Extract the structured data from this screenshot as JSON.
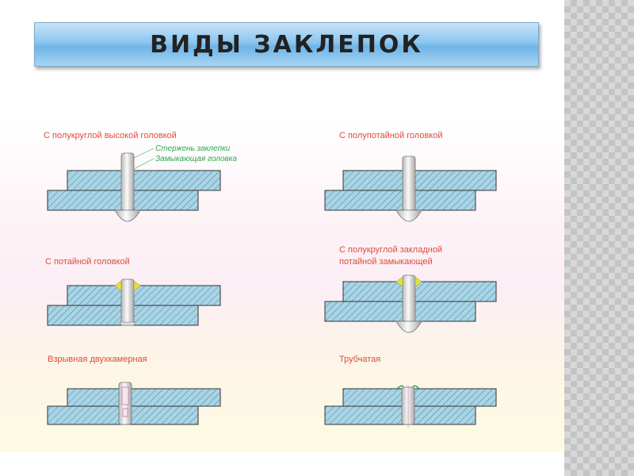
{
  "title": "ВИДЫ ЗАКЛЕПОК",
  "colors": {
    "plate": "#a8d4e6",
    "hatch": "#4b7f99",
    "rivet": "#e6e6e6",
    "weld": "#e8e02a",
    "label": "#e04a3a",
    "callout": "#2fa84f"
  },
  "rivets": [
    {
      "type": "round-high",
      "label": [
        "С полукруглой высокой головкой"
      ],
      "callouts": [
        "Стержень заклепки",
        "Замыкающая головка"
      ]
    },
    {
      "type": "semi-countersunk",
      "label": [
        "С полупотайной головкой"
      ]
    },
    {
      "type": "countersunk",
      "label": [
        "С потайной головкой"
      ]
    },
    {
      "type": "round-countersunk-closing",
      "label": [
        "С полукруглой закладной",
        "потайной замыкающей"
      ]
    },
    {
      "type": "explosive",
      "label": [
        "Взрывная двухкамерная"
      ]
    },
    {
      "type": "tubular",
      "label": [
        "Трубчатая"
      ]
    }
  ]
}
